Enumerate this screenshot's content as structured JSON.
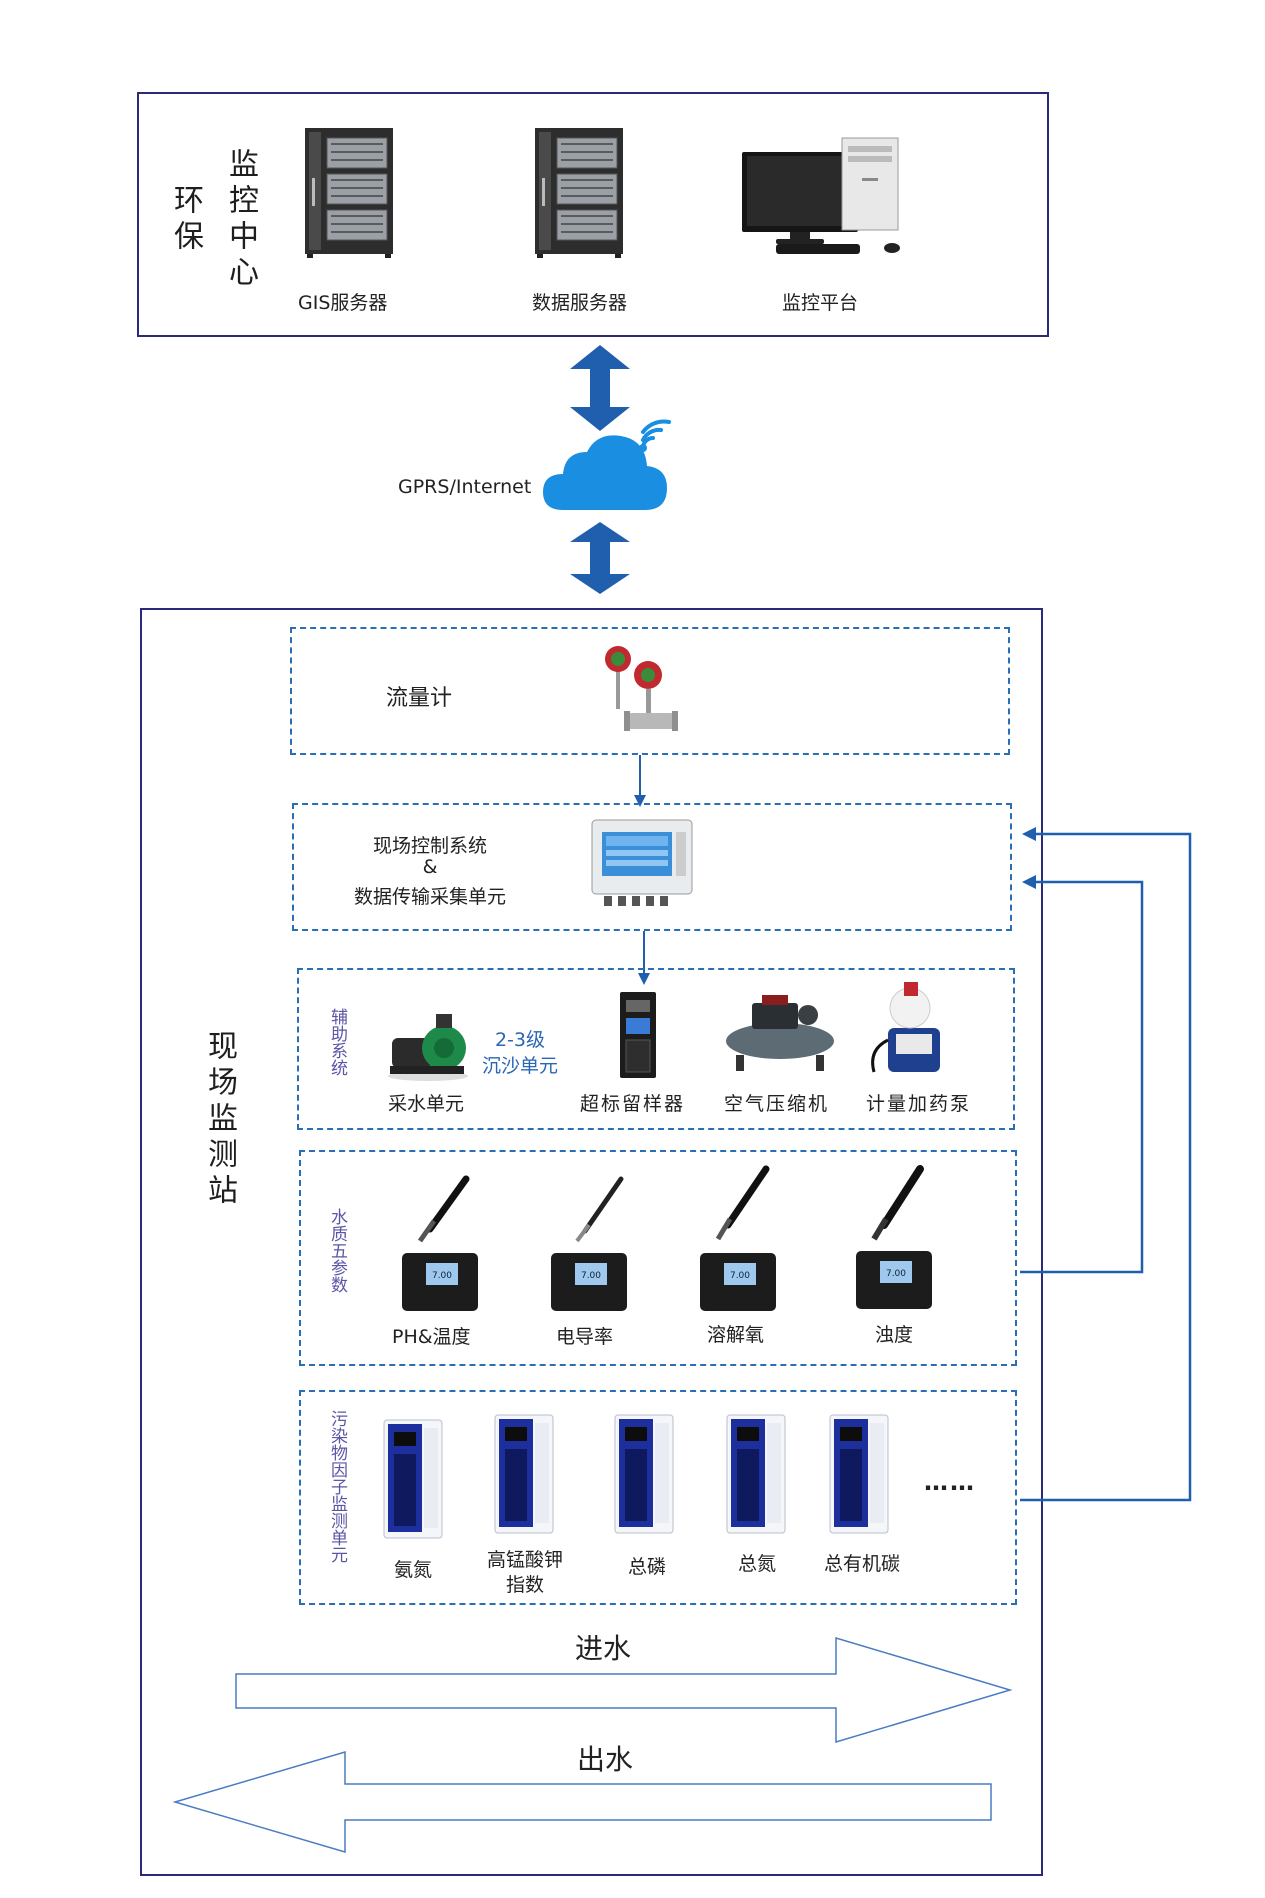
{
  "top": {
    "side_title_1": "环保",
    "side_title_2": "监控中心",
    "items": [
      {
        "label": "GIS服务器",
        "icon": "server-rack-icon"
      },
      {
        "label": "数据服务器",
        "icon": "server-rack-icon"
      },
      {
        "label": "监控平台",
        "icon": "desktop-computer-icon"
      }
    ]
  },
  "network": {
    "label": "GPRS/Internet",
    "icon": "cloud-wifi-icon"
  },
  "station": {
    "title": "现场监测站",
    "flowmeter": {
      "label": "流量计"
    },
    "control": {
      "line1": "现场控制系统",
      "line2": "&",
      "line3": "数据传输采集单元"
    },
    "aux": {
      "side": "辅助系统",
      "items": [
        "采水单元",
        "2-3级",
        "沉沙单元",
        "超标留样器",
        "空气压缩机",
        "计量加药泵"
      ]
    },
    "water": {
      "side": "水质五参数",
      "items": [
        "PH&温度",
        "电导率",
        "溶解氧",
        "浊度"
      ],
      "display_value": "7.00"
    },
    "pollutant": {
      "side": "污染物因子监测单元",
      "items": [
        "氨氮",
        "高锰酸钾",
        "指数",
        "总磷",
        "总氮",
        "总有机碳",
        "……"
      ]
    },
    "inflow": "进水",
    "outflow": "出水"
  },
  "colors": {
    "frame": "#2b2a7a",
    "dashed": "#2a6fb5",
    "arrow": "#1f5fae",
    "accent_text": "#2a66b5",
    "side_text": "#5b55a6",
    "cabinet_blue": "#1c2f9c"
  }
}
